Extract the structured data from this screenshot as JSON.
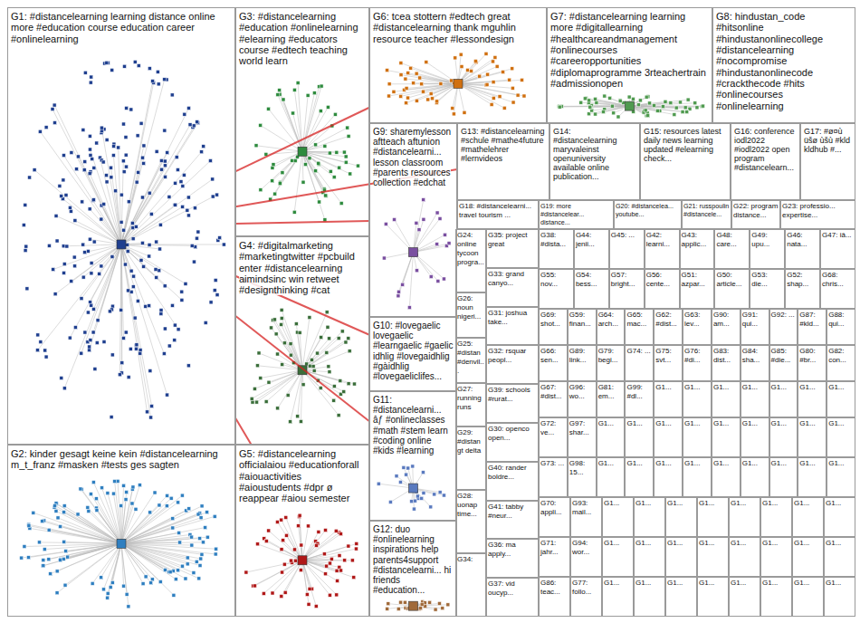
{
  "diagram": {
    "nodes": [
      {
        "text": [
          "G1: #distancelearning learning distance online more #education course education career #onlinelearning"
        ]
      },
      {
        "text": [
          "G2: kinder gesagt keine kein #distancelearning m_t_franz #masken #tests ges sagten"
        ]
      },
      {
        "text": [
          "G3: #distancelearning #education #onlinelearning #elearning #educators course #edtech teaching world learn"
        ]
      },
      {
        "text": [
          "G4: #digitalmarketing #marketingtwitter #pcbuild enter #distancelearning aimindsinc win retweet #designthinking #cat"
        ]
      },
      {
        "text": [
          "G5: #distancelearning officialaiou #educationforall #aiouactivities #aioustudents #dpr ø reappear #aiou semester"
        ]
      },
      {
        "text": [
          "G6: tcea stottern #edtech great #distancelearning thank mguhlin resource teacher #lessondesign"
        ]
      },
      {
        "text": [
          "G7: #distancelearning learning more #digitallearning #healthcareandmanagement #onlinecourses #careeropportunities #diplomaprogramme 3rteachertrain #admissionopen"
        ]
      },
      {
        "text": [
          "G8: hindustan_code #hitsonline #hindustanonlinecollege #distancelearning #nocompromise #hindustanonlinecode #crackthecode #hits #onlinecourses #onlinelearning"
        ]
      },
      {
        "text": [
          "G9: sharemylesson aftteach aftunion #distancelearni... lesson classroom #parents resources collection #edchat"
        ]
      },
      {
        "text": [
          "G10: #lovegaelic lovegaelic #learngaelic #gaelic idhlig #lovegaidhlig #gàidhlig #lovegaeliclifes..."
        ]
      },
      {
        "text": [
          "G11: #distancelearni... âƒ #onlineclasses #math #stem learn #coding online #kids #learning"
        ]
      },
      {
        "text": [
          "G12: duo #onlinelearning inspirations help parents4support #distancelearni... hi friends #education..."
        ]
      },
      {
        "text": [
          "G13: #distancelearning #schule #mathe4future #mathelehrer #lernvideos"
        ]
      },
      {
        "text": [
          "G14: #distancelearning maryvaleinst openuniversity available online publication..."
        ]
      },
      {
        "text": [
          "G15: resources latest daily news learning updated #elearning check..."
        ]
      },
      {
        "text": [
          "G16: conference iodl2022 #iodl2022 open program #distancelearn..."
        ]
      },
      {
        "text": [
          "G17: #ø¤ù üšø ùšù #kld kldhub #..."
        ]
      },
      {
        "text": [
          "G18: #distancelearni... travel tourism ..."
        ]
      },
      {
        "text": [
          "G19: more #distancelear... distance..."
        ]
      },
      {
        "text": [
          "G20: #distancelea... youtube..."
        ]
      },
      {
        "text": [
          "G21: russpoulin #distancele..."
        ]
      },
      {
        "text": [
          "G22: program distance..."
        ]
      },
      {
        "text": [
          "G23: professio... expertise..."
        ]
      },
      {
        "text": [
          "G24: online tycoon progra..."
        ]
      },
      {
        "text": [
          "G26: noun nigeri..."
        ]
      },
      {
        "text": [
          "G25: #distan #denvil..."
        ]
      },
      {
        "text": [
          "G27: running runs"
        ]
      },
      {
        "text": [
          "G29: #distan gt delta"
        ]
      },
      {
        "text": [
          "G28: uonap time..."
        ]
      },
      {
        "text": [
          "G34:"
        ]
      },
      {
        "text": [
          "G35: project great"
        ]
      },
      {
        "text": [
          "G33: grand canyo..."
        ]
      },
      {
        "text": [
          "G31: joshua take..."
        ]
      },
      {
        "text": [
          "G32: rsquar peopl..."
        ]
      },
      {
        "text": [
          "G39: schools #rurat..."
        ]
      },
      {
        "text": [
          "G30: openco open..."
        ]
      },
      {
        "text": [
          "G40: rander boldre..."
        ]
      },
      {
        "text": [
          "G41: tabby #neur..."
        ]
      },
      {
        "text": [
          "G36: ma apply..."
        ]
      },
      {
        "text": [
          "G37: vid oucyp..."
        ]
      },
      {
        "text": [
          "G38: #dista..."
        ]
      },
      {
        "text": [
          "G44: jenii..."
        ]
      },
      {
        "text": [
          "G45: ..."
        ]
      },
      {
        "text": [
          "G42: learni..."
        ]
      },
      {
        "text": [
          "G43: applic..."
        ]
      },
      {
        "text": [
          "G48: care..."
        ]
      },
      {
        "text": [
          "G49: upu..."
        ]
      },
      {
        "text": [
          "G46: nata..."
        ]
      },
      {
        "text": [
          "G47: iâ..."
        ]
      },
      {
        "text": [
          "G55: nov..."
        ]
      },
      {
        "text": [
          "G54: bess..."
        ]
      },
      {
        "text": [
          "G57: bright..."
        ]
      },
      {
        "text": [
          "G56: cente..."
        ]
      },
      {
        "text": [
          "G51: azpar..."
        ]
      },
      {
        "text": [
          "G50: article..."
        ]
      },
      {
        "text": [
          "G53: die..."
        ]
      },
      {
        "text": [
          "G52: shap..."
        ]
      },
      {
        "text": [
          "G68: chris..."
        ]
      },
      {
        "text": [
          "G69: shot..."
        ]
      },
      {
        "text": [
          "G59: finan..."
        ]
      },
      {
        "text": [
          "G64: arch..."
        ]
      },
      {
        "text": [
          "G65: mac..."
        ]
      },
      {
        "text": [
          "G62: #dist..."
        ]
      },
      {
        "text": [
          "G63: lev..."
        ]
      },
      {
        "text": [
          "G90: am..."
        ]
      },
      {
        "text": [
          "G91: qui..."
        ]
      },
      {
        "text": [
          "G92: ..."
        ]
      },
      {
        "text": [
          "G87: #kld..."
        ]
      },
      {
        "text": [
          "G88: qui..."
        ]
      },
      {
        "text": [
          "G66: sen..."
        ]
      },
      {
        "text": [
          "G89: link..."
        ]
      },
      {
        "text": [
          "G79: begi..."
        ]
      },
      {
        "text": [
          "G74: ..."
        ]
      },
      {
        "text": [
          "G75: svt..."
        ]
      },
      {
        "text": [
          "G76: #di..."
        ]
      },
      {
        "text": [
          "G83: dist..."
        ]
      },
      {
        "text": [
          "G84: sha..."
        ]
      },
      {
        "text": [
          "G85: #die..."
        ]
      },
      {
        "text": [
          "G80: #br..."
        ]
      },
      {
        "text": [
          "G82: con..."
        ]
      },
      {
        "text": [
          "G67: #dist..."
        ]
      },
      {
        "text": [
          "G96: wo..."
        ]
      },
      {
        "text": [
          "G81: em..."
        ]
      },
      {
        "text": [
          "G99: #dl..."
        ]
      },
      {
        "text": [
          "G1..."
        ]
      },
      {
        "text": [
          "G1..."
        ]
      },
      {
        "text": [
          "G1..."
        ]
      },
      {
        "text": [
          "G1..."
        ]
      },
      {
        "text": [
          "G1..."
        ]
      },
      {
        "text": [
          "G1..."
        ]
      },
      {
        "text": [
          "G1..."
        ]
      },
      {
        "text": [
          "G72: ve..."
        ]
      },
      {
        "text": [
          "G97: shar..."
        ]
      },
      {
        "text": [
          "G1..."
        ]
      },
      {
        "text": [
          "G1..."
        ]
      },
      {
        "text": [
          "G1..."
        ]
      },
      {
        "text": [
          "G1..."
        ]
      },
      {
        "text": [
          "G1..."
        ]
      },
      {
        "text": [
          "G1..."
        ]
      },
      {
        "text": [
          "G1..."
        ]
      },
      {
        "text": [
          "G1..."
        ]
      },
      {
        "text": [
          "G1..."
        ]
      },
      {
        "text": [
          "G73: ..."
        ]
      },
      {
        "text": [
          "G98: 15..."
        ]
      },
      {
        "text": [
          "G1..."
        ]
      },
      {
        "text": [
          "G1..."
        ]
      },
      {
        "text": [
          "G1..."
        ]
      },
      {
        "text": [
          "G1..."
        ]
      },
      {
        "text": [
          "G1..."
        ]
      },
      {
        "text": [
          "G1..."
        ]
      },
      {
        "text": [
          "G1..."
        ]
      },
      {
        "text": [
          "G1..."
        ]
      },
      {
        "text": [
          "G1..."
        ]
      },
      {
        "text": [
          "G70: appli..."
        ]
      },
      {
        "text": [
          "G93: mail..."
        ]
      },
      {
        "text": [
          "G1..."
        ]
      },
      {
        "text": [
          "G1..."
        ]
      },
      {
        "text": [
          "G1..."
        ]
      },
      {
        "text": [
          "G1..."
        ]
      },
      {
        "text": [
          "G1..."
        ]
      },
      {
        "text": [
          "G1..."
        ]
      },
      {
        "text": [
          "G1..."
        ]
      },
      {
        "text": [
          "G1..."
        ]
      },
      {
        "text": [
          "G71: jahr..."
        ]
      },
      {
        "text": [
          "G94: wor..."
        ]
      },
      {
        "text": [
          "G1..."
        ]
      },
      {
        "text": [
          "G1..."
        ]
      },
      {
        "text": [
          "G1..."
        ]
      },
      {
        "text": [
          "G1..."
        ]
      },
      {
        "text": [
          "G1..."
        ]
      },
      {
        "text": [
          "G1..."
        ]
      },
      {
        "text": [
          "G1..."
        ]
      },
      {
        "text": [
          "G1..."
        ]
      },
      {
        "text": [
          "G86: teac..."
        ]
      },
      {
        "text": [
          "G77: follo..."
        ]
      },
      {
        "text": [
          "G1..."
        ]
      },
      {
        "text": [
          "G1..."
        ]
      },
      {
        "text": [
          "G1..."
        ]
      },
      {
        "text": [
          "G1..."
        ]
      },
      {
        "text": [
          "G1..."
        ]
      },
      {
        "text": [
          "G1..."
        ]
      },
      {
        "text": [
          "G1..."
        ]
      },
      {
        "text": [
          "G1..."
        ]
      }
    ],
    "edges": [
      {
        "from": 0,
        "to": 2,
        "arrow": "none"
      },
      {
        "from": 0,
        "to": 3,
        "arrow": "none"
      },
      {
        "from": 0,
        "to": 4,
        "arrow": "none"
      },
      {
        "from": 0,
        "to": 5,
        "arrow": "none"
      },
      {
        "from": 0,
        "to": 8,
        "arrow": "none"
      },
      {
        "from": 0,
        "to": 9,
        "arrow": "none"
      },
      {
        "from": 0,
        "to": 10,
        "arrow": "none"
      },
      {
        "from": 0,
        "to": 12,
        "arrow": "none"
      }
    ]
  }
}
